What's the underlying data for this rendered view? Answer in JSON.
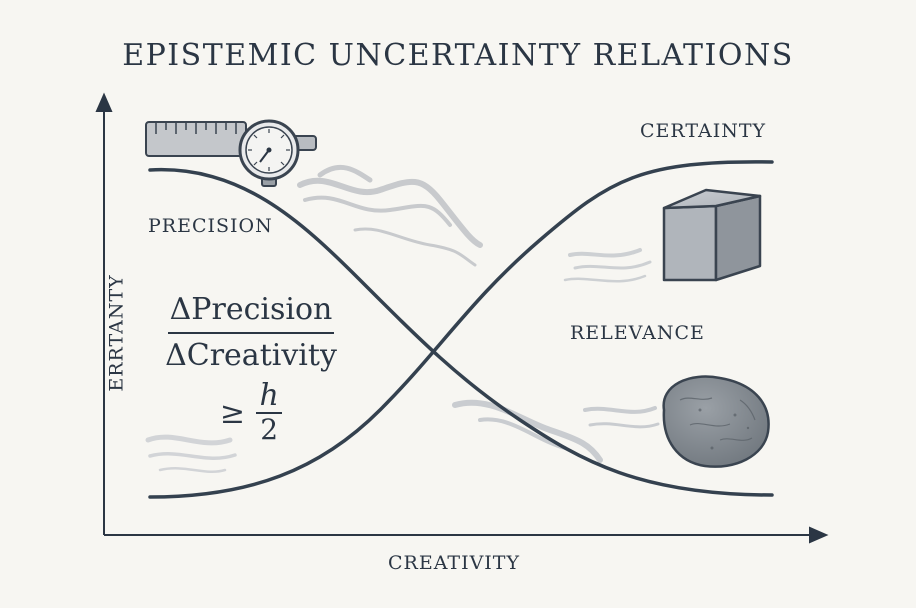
{
  "title": "EPISTEMIC UNCERTAINTY RELATIONS",
  "axes": {
    "y_label": "ERRTANTY",
    "x_label": "CREATIVITY"
  },
  "curve_labels": {
    "precision": "PRECISION",
    "certainty": "CERTAINTY",
    "relevance": "RELEVANCE"
  },
  "formula": {
    "numerator": "ΔPrecision",
    "denominator": "ΔCreativity",
    "relation": "≥",
    "h": "h",
    "two": "2"
  },
  "icons": [
    "ruler-gauge-icon",
    "cube-icon",
    "rock-icon",
    "smoke-wisp-icon"
  ],
  "colors": {
    "background": "#f7f6f2",
    "ink": "#2b3644",
    "smoke": "#b9bcbf"
  }
}
